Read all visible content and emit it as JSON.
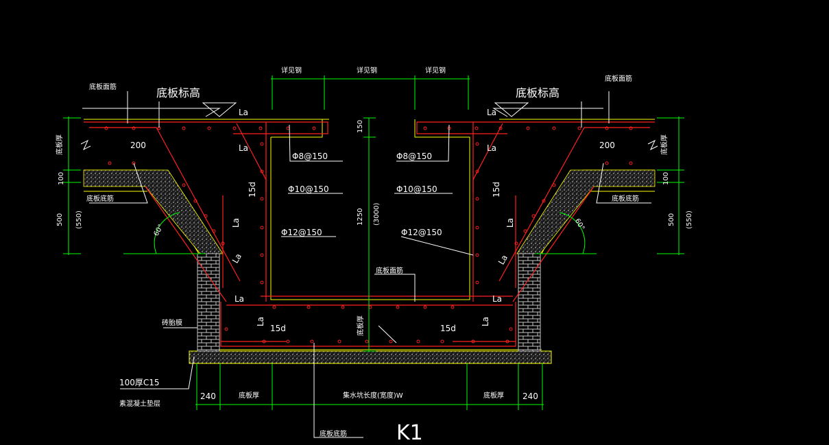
{
  "colors": {
    "background": "#000000",
    "rebar": "#ff2020",
    "concrete_outline": "#ffff00",
    "dimension": "#00ff00",
    "leader": "#ffffff",
    "brick": "#c8c8c8"
  },
  "labels": {
    "detail_line_left": "详见钢",
    "detail_line_mid": "详见钢",
    "detail_line_right": "详见钢",
    "slab_top_left": "底板面筋",
    "slab_top_right": "底板面筋",
    "slab_elev_left": "底板标高",
    "slab_elev_right": "底板标高",
    "slab_bottom_left": "底板底筋",
    "slab_bottom_right": "底板底筋",
    "pit_top_bar": "底板面筋",
    "pit_thickness": "底板厚",
    "brick_wall": "砖胎膜",
    "cushion_1": "100厚C15",
    "cushion_2": "素混凝土垫层",
    "dim_240_left": "240",
    "dim_240_right": "240",
    "dim_thk_left": "底板厚",
    "dim_thk_right": "底板厚",
    "dim_pit_len": "集水坑长度(宽度)W",
    "pit_bottom_bar": "底板底筋",
    "detail_id": "K1"
  },
  "rebar": {
    "top_left": "Φ8@150",
    "top_right": "Φ8@150",
    "mid_left": "Φ10@150",
    "mid_right": "Φ10@150",
    "low_left": "Φ12@150",
    "low_right": "Φ12@150"
  },
  "anchor": {
    "la": "La",
    "d15": "15d"
  },
  "dims": {
    "slab_thk_vert_left": "底板厚",
    "slab_thk_vert_right": "底板厚",
    "d100_left": "100",
    "d100_right": "100",
    "d500_left": "500",
    "d500_right": "500",
    "d550_left": "(550)",
    "d550_right": "(550)",
    "d200_left": "200",
    "d200_right": "200",
    "d150": "150",
    "d1250": "1250",
    "d3000": "(3000)",
    "angle_left": "60°",
    "angle_right": "60°"
  }
}
